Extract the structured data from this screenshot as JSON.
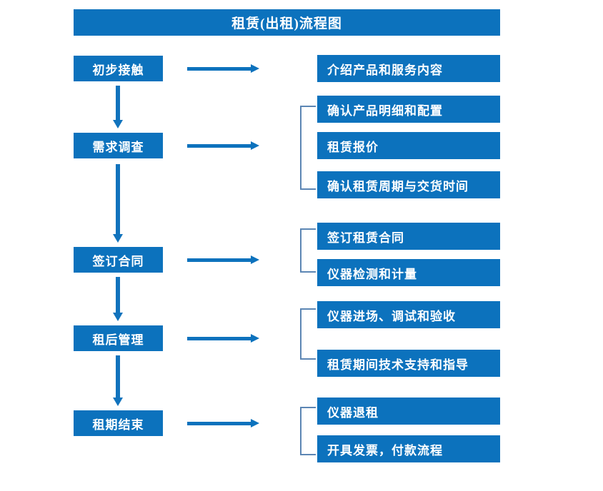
{
  "title": "租赁(出租)流程图",
  "colors": {
    "box_blue": "#0c72bd",
    "arrow_blue": "#1173bd",
    "bracket_gray_blue": "#5c86b4",
    "text_white": "#ffffff",
    "background": "#ffffff"
  },
  "stages": [
    {
      "label": "初步接触"
    },
    {
      "label": "需求调查"
    },
    {
      "label": "签订合同"
    },
    {
      "label": "租后管理"
    },
    {
      "label": "租期结束"
    }
  ],
  "details": [
    {
      "label": "介绍产品和服务内容"
    },
    {
      "label": "确认产品明细和配置"
    },
    {
      "label": "租赁报价"
    },
    {
      "label": "确认租赁周期与交货时间"
    },
    {
      "label": "签订租赁合同"
    },
    {
      "label": "仪器检测和计量"
    },
    {
      "label": "仪器进场、调试和验收"
    },
    {
      "label": "租赁期间技术支持和指导"
    },
    {
      "label": "仪器退租"
    },
    {
      "label": "开具发票，付款流程"
    }
  ],
  "groups": [
    {
      "stage": "初步接触",
      "detail_labels": [
        "介绍产品和服务内容"
      ],
      "bracketed": false
    },
    {
      "stage": "需求调查",
      "detail_labels": [
        "确认产品明细和配置",
        "租赁报价",
        "确认租赁周期与交货时间"
      ],
      "bracketed": true
    },
    {
      "stage": "签订合同",
      "detail_labels": [
        "签订租赁合同",
        "仪器检测和计量"
      ],
      "bracketed": true
    },
    {
      "stage": "租后管理",
      "detail_labels": [
        "仪器进场、调试和验收",
        "租赁期间技术支持和指导"
      ],
      "bracketed": true
    },
    {
      "stage": "租期结束",
      "detail_labels": [
        "仪器退租",
        "开具发票，付款流程"
      ],
      "bracketed": true
    }
  ],
  "connectors": {
    "horizontal_arrow_count": 5,
    "vertical_arrow_count": 4,
    "bracket_count": 4
  }
}
